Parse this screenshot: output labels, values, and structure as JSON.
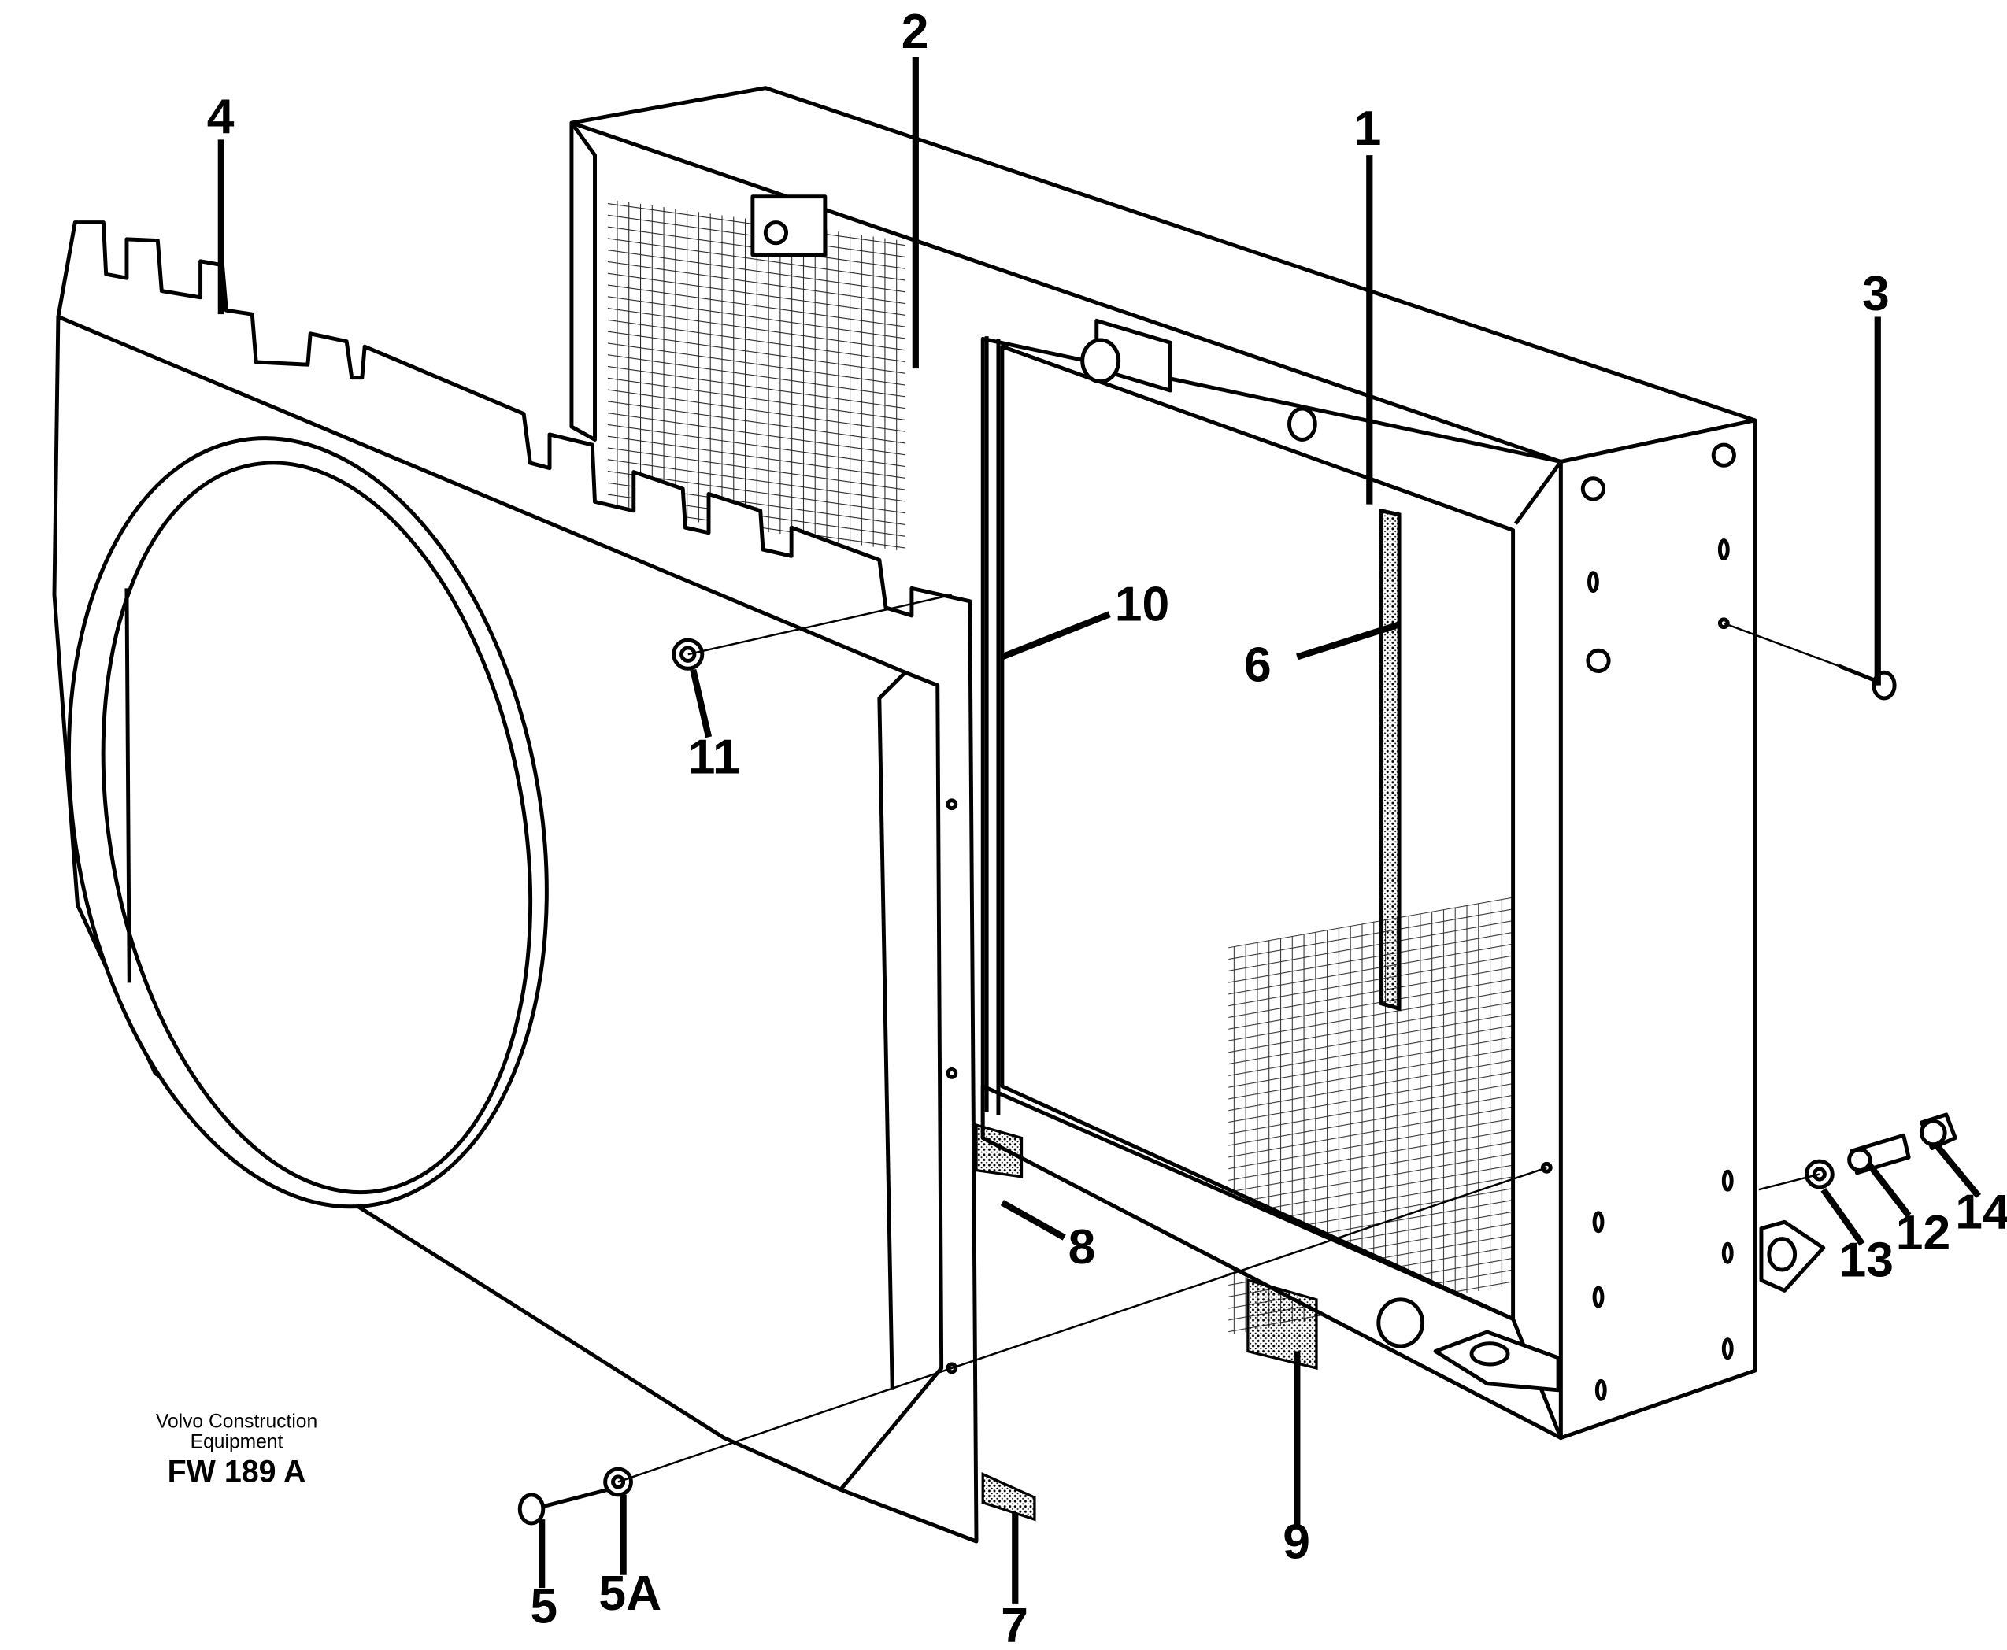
{
  "diagram": {
    "callouts": {
      "c1": "1",
      "c2": "2",
      "c3": "3",
      "c4": "4",
      "c5": "5",
      "c5a": "5A",
      "c6": "6",
      "c7": "7",
      "c8": "8",
      "c9": "9",
      "c10": "10",
      "c11": "11",
      "c12": "12",
      "c13": "13",
      "c14": "14"
    },
    "credit_line1": "Volvo Construction",
    "credit_line2": "Equipment",
    "figure_code": "FW 189 A"
  }
}
